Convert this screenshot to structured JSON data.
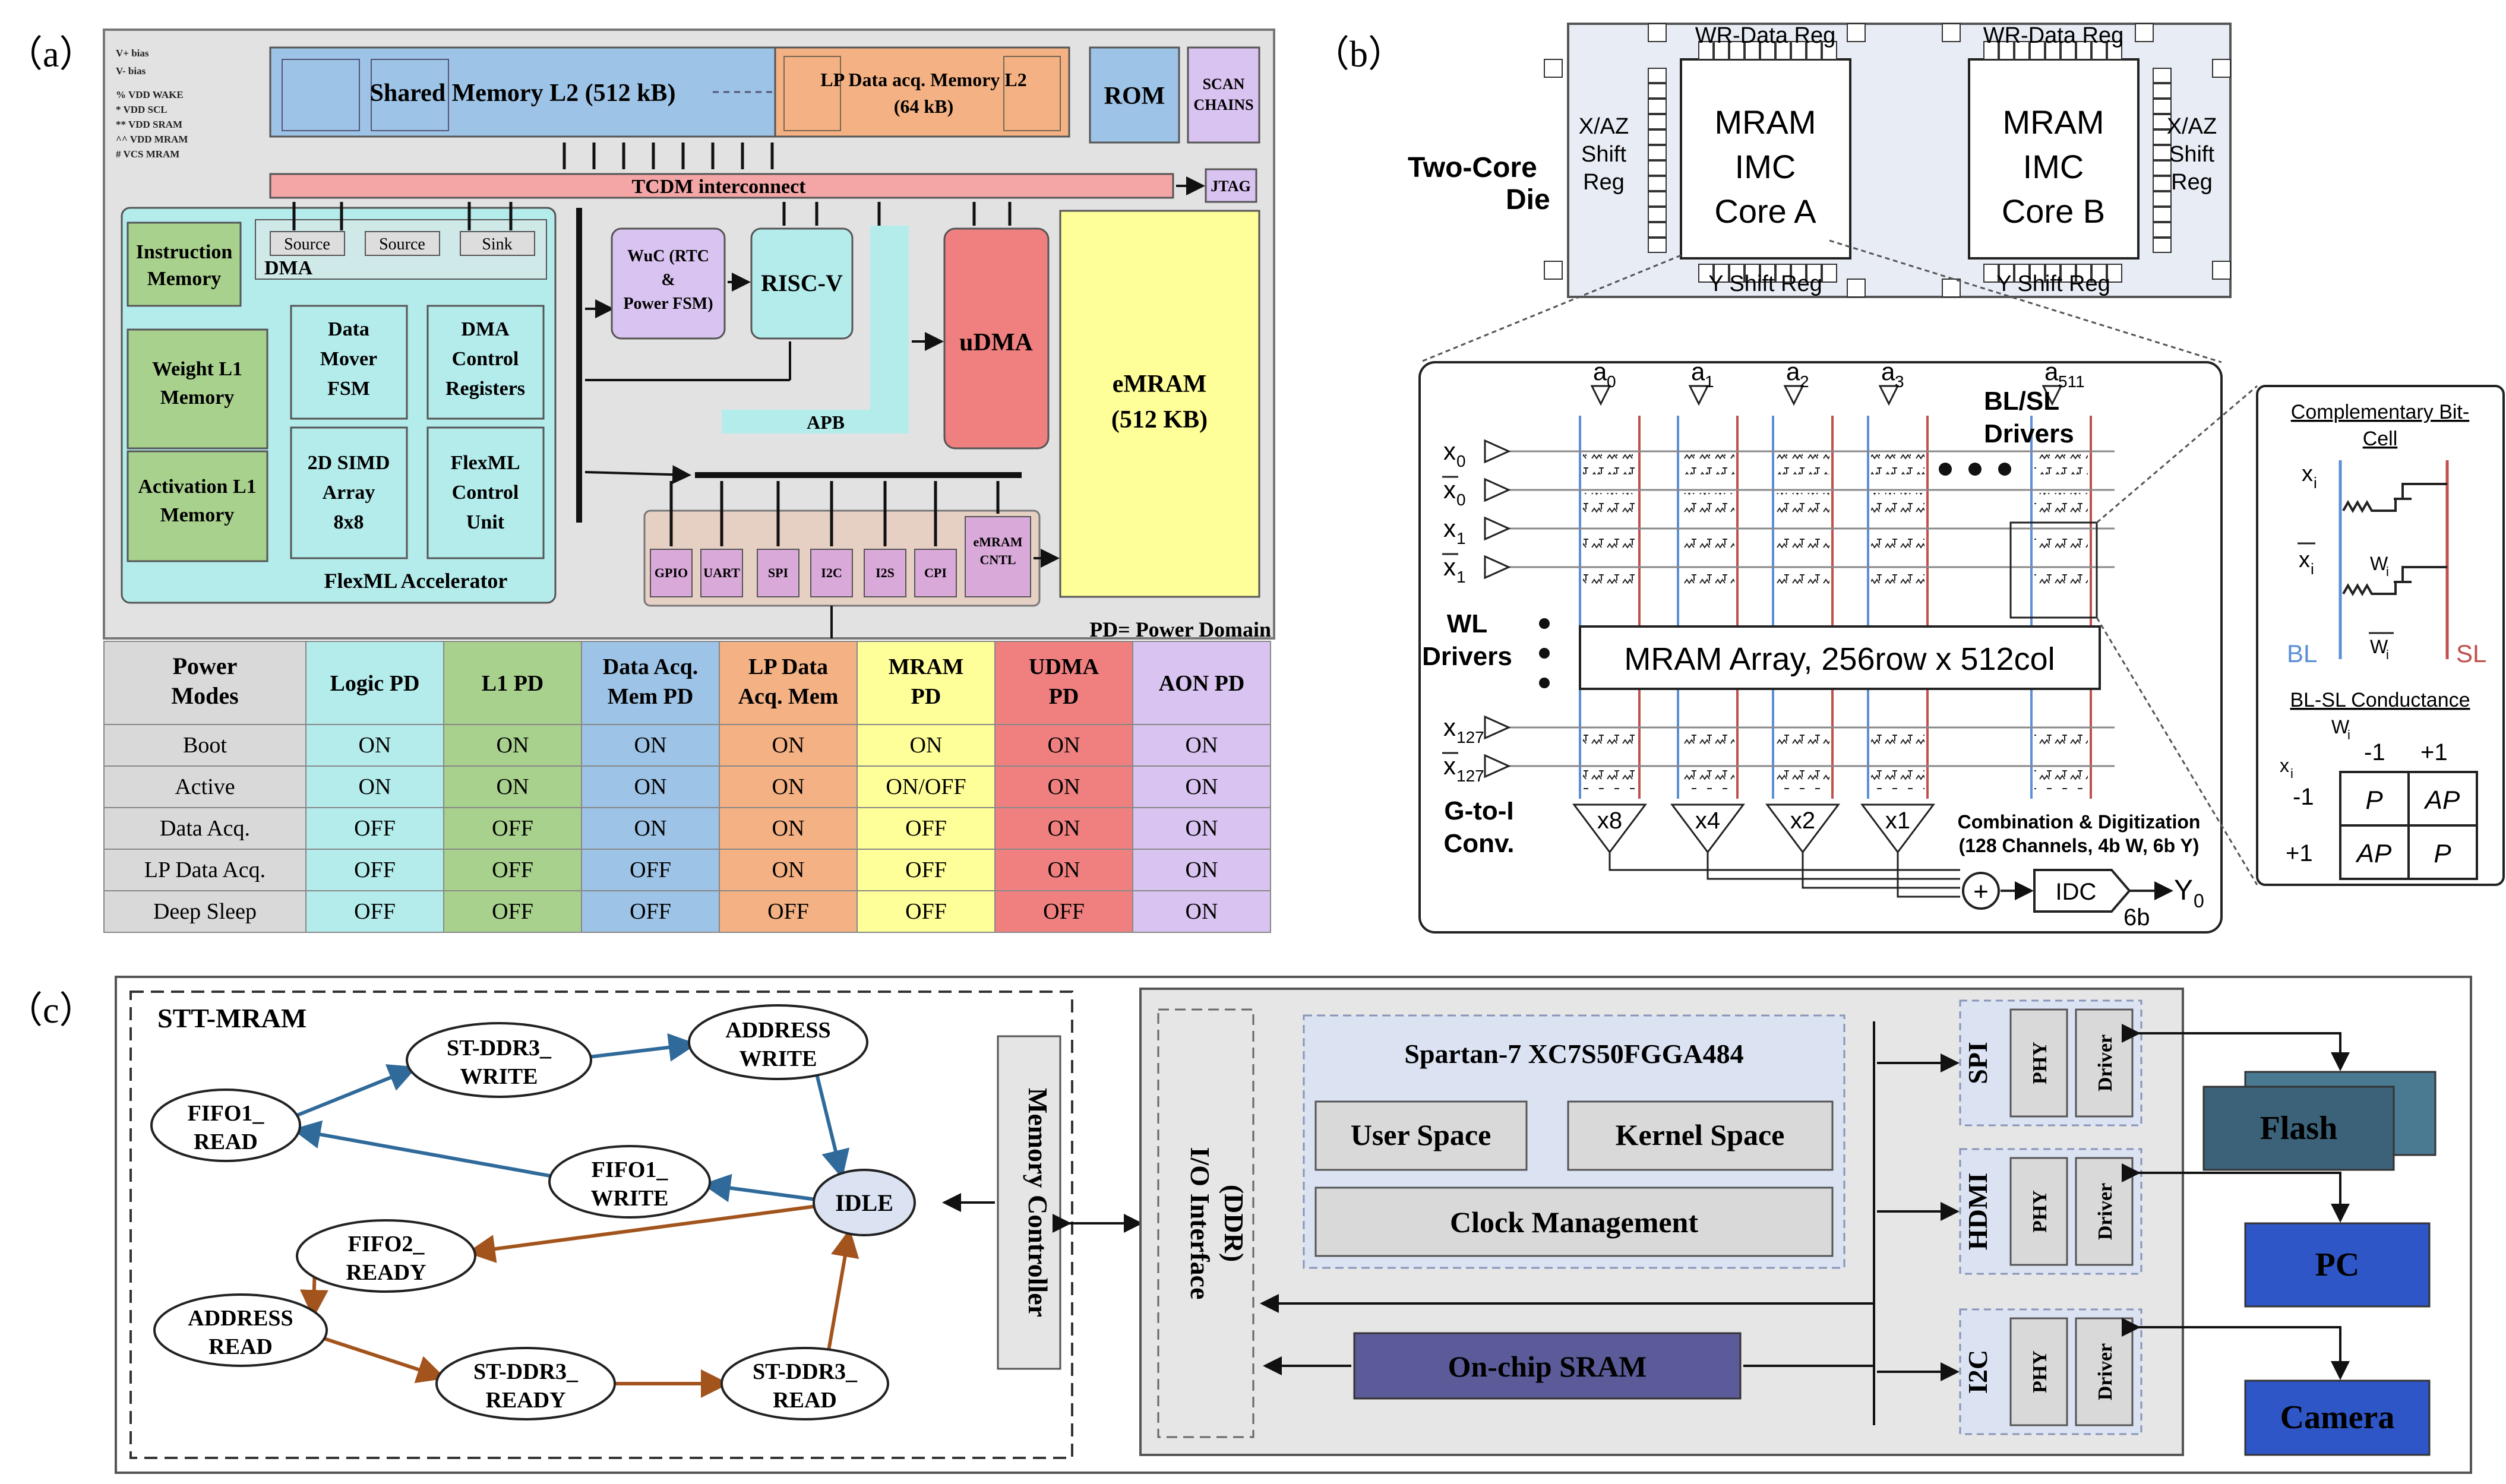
{
  "panel_labels": {
    "a": "（a）",
    "b": "（b）",
    "c": "（c）"
  },
  "colors": {
    "accent_blue": "#9dc3e6",
    "accent_orange": "#f4b183",
    "accent_green": "#a9d18e",
    "accent_red": "#f08080",
    "accent_cyan": "#b4ecec",
    "accent_yellow": "#ffff99",
    "accent_purple": "#d9c3f0",
    "accent_steel": "#3b6278",
    "accent_navy": "#2e56c7",
    "accent_slate": "#5b5b9a"
  },
  "panel_a": {
    "bias_notes": [
      "V+ bias",
      "V- bias",
      "% VDD WAKE",
      "* VDD SCL",
      "** VDD SRAM",
      "^^ VDD MRAM",
      "# VCS MRAM"
    ],
    "shared_memory": "Shared Memory L2 (512 kB)",
    "lp_memory_line1": "LP Data acq. Memory L2",
    "lp_memory_line2": "(64 kB)",
    "rom": "ROM",
    "scan_line1": "SCAN",
    "scan_line2": "CHAINS",
    "tcdm": "TCDM interconnect",
    "jtag": "JTAG",
    "instruction_line1": "Instruction",
    "instruction_line2": "Memory",
    "dma": "DMA",
    "source1": "Source",
    "source2": "Source",
    "sink": "Sink",
    "weight_line1": "Weight L1",
    "weight_line2": "Memory",
    "activation_line1": "Activation L1",
    "activation_line2": "Memory",
    "data_mover_line1": "Data",
    "data_mover_line2": "Mover",
    "data_mover_line3": "FSM",
    "dma_ctrl_line1": "DMA",
    "dma_ctrl_line2": "Control",
    "dma_ctrl_line3": "Registers",
    "simd_line1": "2D SIMD",
    "simd_line2": "Array",
    "simd_line3": "8x8",
    "flexml_ctrl_line1": "FlexML",
    "flexml_ctrl_line2": "Control",
    "flexml_ctrl_line3": "Unit",
    "flexml_acc": "FlexML Accelerator",
    "wuc_line1": "WuC (RTC",
    "wuc_line2": "&",
    "wuc_line3": "Power FSM)",
    "riscv": "RISC-V",
    "udma": "uDMA",
    "emram_line1": "eMRAM",
    "emram_line2": "(512 KB)",
    "apb": "APB",
    "peripherals": [
      "GPIO",
      "UART",
      "SPI",
      "I2C",
      "I2S",
      "CPI"
    ],
    "emram_cntl_line1": "eMRAM",
    "emram_cntl_line2": "CNTL",
    "pd_note": "PD= Power Domain",
    "table": {
      "header_first_line1": "Power",
      "header_first_line2": "Modes",
      "columns": [
        {
          "line1": "Logic PD",
          "line2": ""
        },
        {
          "line1": "L1 PD",
          "line2": ""
        },
        {
          "line1": "Data Acq.",
          "line2": "Mem PD"
        },
        {
          "line1": "LP Data",
          "line2": "Acq. Mem"
        },
        {
          "line1": "MRAM",
          "line2": "PD"
        },
        {
          "line1": "UDMA",
          "line2": "PD"
        },
        {
          "line1": "AON PD",
          "line2": ""
        }
      ],
      "rows": [
        {
          "mode": "Boot",
          "values": [
            "ON",
            "ON",
            "ON",
            "ON",
            "ON",
            "ON",
            "ON"
          ]
        },
        {
          "mode": "Active",
          "values": [
            "ON",
            "ON",
            "ON",
            "ON",
            "ON/OFF",
            "ON",
            "ON"
          ]
        },
        {
          "mode": "Data Acq.",
          "values": [
            "OFF",
            "OFF",
            "ON",
            "ON",
            "OFF",
            "ON",
            "ON"
          ]
        },
        {
          "mode": "LP Data Acq.",
          "values": [
            "OFF",
            "OFF",
            "OFF",
            "ON",
            "OFF",
            "ON",
            "ON"
          ]
        },
        {
          "mode": "Deep Sleep",
          "values": [
            "OFF",
            "OFF",
            "OFF",
            "OFF",
            "OFF",
            "OFF",
            "ON"
          ]
        }
      ]
    }
  },
  "panel_b": {
    "two_core_line1": "Two-Core",
    "two_core_line2": "Die",
    "wr_data_reg_a": "WR-Data Reg",
    "wr_data_reg_b": "WR-Data Reg",
    "y_shift_reg_a": "Y Shift Reg",
    "y_shift_reg_b": "Y Shift Reg",
    "xaz_line1": "X/AZ",
    "xaz_line2": "Shift",
    "xaz_line3": "Reg",
    "core_a_line1": "MRAM",
    "core_a_line2": "IMC",
    "core_a_line3": "Core A",
    "core_b_line1": "MRAM",
    "core_b_line2": "IMC",
    "core_b_line3": "Core B",
    "a_labels": [
      "a",
      "a",
      "a",
      "a",
      "a"
    ],
    "a_subs": [
      "0",
      "1",
      "2",
      "3",
      "511"
    ],
    "blsl_line1": "BL/SL",
    "blsl_line2": "Drivers",
    "x_labels": [
      "x",
      "x",
      "x",
      "x",
      "x",
      "x"
    ],
    "x_subs": [
      "0",
      "0",
      "1",
      "1",
      "127",
      "127"
    ],
    "wl_line1": "WL",
    "wl_line2": "Drivers",
    "array_label": "MRAM Array, 256row x 512col",
    "gtoi_line1": "G-to-I",
    "gtoi_line2": "Conv.",
    "gains": [
      "x8",
      "x4",
      "x2",
      "x1"
    ],
    "combo_line1": "Combination & Digitization",
    "combo_line2": "(128 Channels, 4b W, 6b Y)",
    "idc": "IDC",
    "y0": "Y",
    "y0_sub": "0",
    "sixb": "6b",
    "plus": "+",
    "bitcell_title_line1": "Complementary Bit-",
    "bitcell_title_line2": "Cell",
    "bc_xi": "x",
    "bc_xi_sub": "i",
    "bc_xibar": "x",
    "bc_xibar_sub": "i",
    "bc_wi": "W",
    "bc_wi_sub": "i",
    "bl": "BL",
    "sl": "SL",
    "conductance_title": "BL-SL Conductance",
    "ct_wi": "W",
    "ct_wi_sub": "i",
    "ct_xi": "x",
    "ct_xi_sub": "i",
    "ct_col_neg": "-1",
    "ct_col_pos": "+1",
    "ct_row_neg": "-1",
    "ct_row_pos": "+1",
    "ct_cells": [
      "P",
      "AP",
      "AP",
      "P"
    ]
  },
  "panel_c": {
    "stt_mram": "STT-MRAM",
    "states": [
      {
        "line1": "ST-DDR3_",
        "line2": "WRITE"
      },
      {
        "line1": "ADDRESS",
        "line2": "WRITE"
      },
      {
        "line1": "FIFO1_",
        "line2": "READ"
      },
      {
        "line1": "FIFO1_",
        "line2": "WRITE"
      },
      {
        "line1": "IDLE",
        "line2": ""
      },
      {
        "line1": "FIFO2_",
        "line2": "READY"
      },
      {
        "line1": "ADDRESS",
        "line2": "READ"
      },
      {
        "line1": "ST-DDR3_",
        "line2": "READY"
      },
      {
        "line1": "ST-DDR3_",
        "line2": "READ"
      }
    ],
    "memory_controller": "Memory Controller",
    "io_interface_line1": "I/O Interface",
    "io_interface_line2": "(DDR)",
    "spartan": "Spartan-7 XC7S50FGGA484",
    "user_space": "User Space",
    "kernel_space": "Kernel Space",
    "clock_mgmt": "Clock Management",
    "onchip_sram": "On-chip SRAM",
    "ports": [
      {
        "name": "SPI",
        "phy": "PHY",
        "driver": "Driver"
      },
      {
        "name": "HDMI",
        "phy": "PHY",
        "driver": "Driver"
      },
      {
        "name": "I2C",
        "phy": "PHY",
        "driver": "Driver"
      }
    ],
    "flash": "Flash",
    "pc": "PC",
    "camera": "Camera"
  }
}
